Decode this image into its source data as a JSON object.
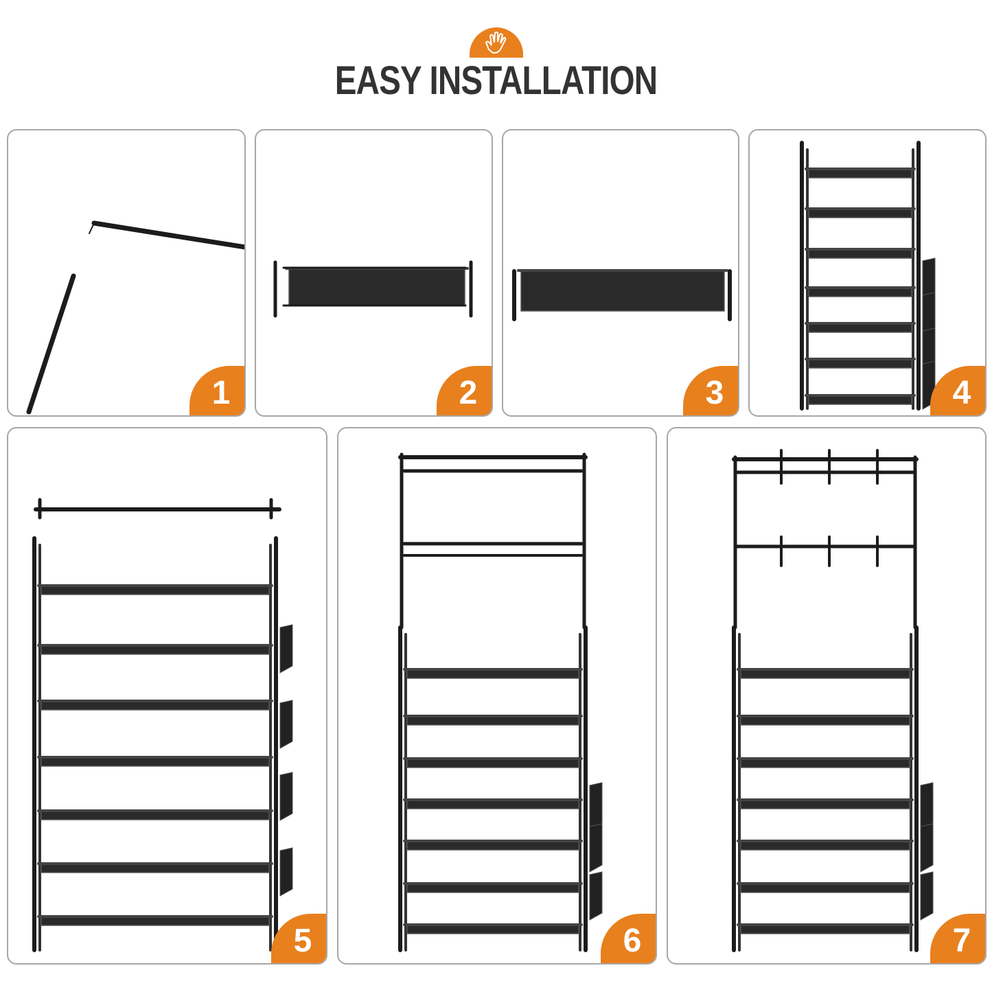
{
  "header": {
    "icon": "hand-icon",
    "title": "EASY INSTALLATION"
  },
  "colors": {
    "accent": "#e8801e",
    "rack": "#1c1c1c",
    "border": "#a7a7a7",
    "title": "#333333"
  },
  "steps": [
    {
      "number": "1"
    },
    {
      "number": "2"
    },
    {
      "number": "3"
    },
    {
      "number": "4"
    },
    {
      "number": "5"
    },
    {
      "number": "6"
    },
    {
      "number": "7"
    }
  ]
}
